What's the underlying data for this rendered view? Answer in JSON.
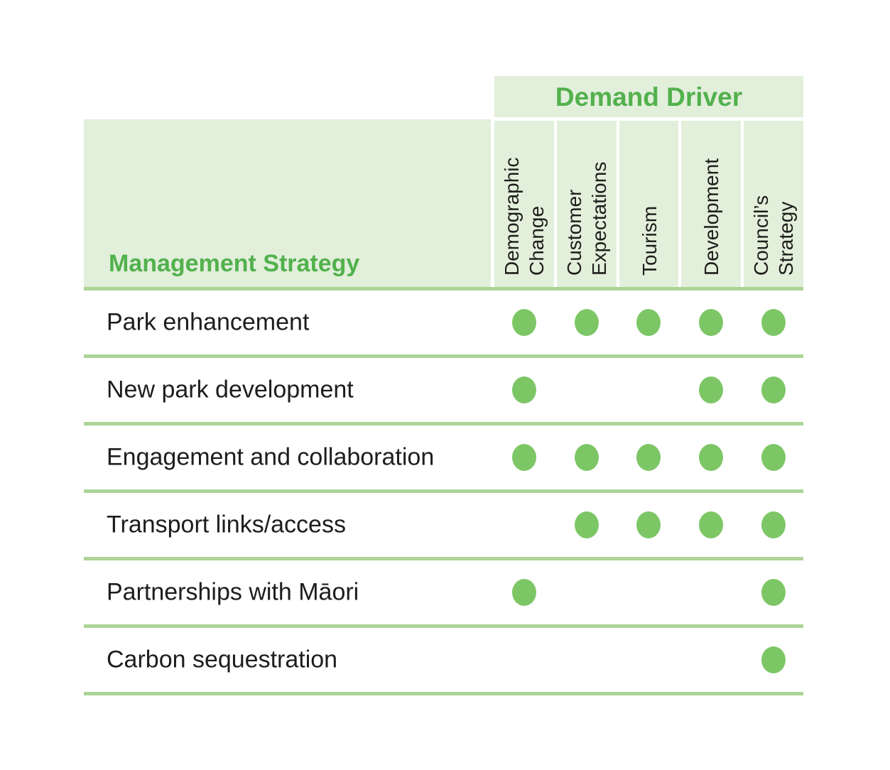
{
  "header": {
    "title": "Demand Driver",
    "row_header_title": "Management Strategy"
  },
  "columns": [
    {
      "id": "demographic-change",
      "label": "Demographic\nChange"
    },
    {
      "id": "customer-expectations",
      "label": "Customer\nExpectations"
    },
    {
      "id": "tourism",
      "label": "Tourism"
    },
    {
      "id": "development",
      "label": "Development"
    },
    {
      "id": "councils-strategy",
      "label": "Council’s\nStrategy"
    }
  ],
  "rows": [
    {
      "id": "park-enhancement",
      "label": "Park enhancement",
      "dots": [
        true,
        true,
        true,
        true,
        true
      ]
    },
    {
      "id": "new-park-development",
      "label": "New park development",
      "dots": [
        true,
        false,
        false,
        true,
        true
      ]
    },
    {
      "id": "engagement-and-collaboration",
      "label": "Engagement and collaboration",
      "dots": [
        true,
        true,
        true,
        true,
        true
      ]
    },
    {
      "id": "transport-links-access",
      "label": "Transport links/access",
      "dots": [
        false,
        true,
        true,
        true,
        true
      ]
    },
    {
      "id": "partnerships-with-maori",
      "label": "Partnerships with Māori",
      "dots": [
        true,
        false,
        false,
        false,
        true
      ]
    },
    {
      "id": "carbon-sequestration",
      "label": "Carbon sequestration",
      "dots": [
        false,
        false,
        false,
        false,
        true
      ]
    }
  ],
  "colors": {
    "accent_green": "#52B14D",
    "cell_background_green": "#E2EFDB",
    "line_green": "#ACD496",
    "dot_green": "#7DC666",
    "text_black": "#1D1D1B"
  },
  "chart_data": {
    "type": "table",
    "title": "Demand Driver",
    "row_header": "Management Strategy",
    "columns": [
      "Demographic Change",
      "Customer Expectations",
      "Tourism",
      "Development",
      "Council’s Strategy"
    ],
    "rows": [
      "Park enhancement",
      "New park development",
      "Engagement and collaboration",
      "Transport links/access",
      "Partnerships with Māori",
      "Carbon sequestration"
    ],
    "matrix": [
      [
        1,
        1,
        1,
        1,
        1
      ],
      [
        1,
        0,
        0,
        1,
        1
      ],
      [
        1,
        1,
        1,
        1,
        1
      ],
      [
        0,
        1,
        1,
        1,
        1
      ],
      [
        1,
        0,
        0,
        0,
        1
      ],
      [
        0,
        0,
        0,
        0,
        1
      ]
    ]
  }
}
